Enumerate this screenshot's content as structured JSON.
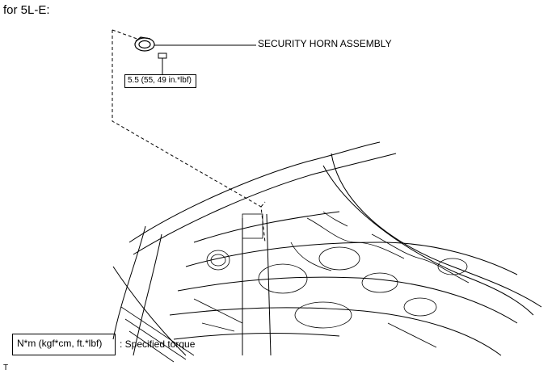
{
  "heading": "for 5L-E:",
  "callouts": {
    "part_label": "SECURITY HORN ASSEMBLY",
    "torque_value": "5.5 (55, 49 in.*lbf)"
  },
  "legend": {
    "unit_text": "N*m (kgf*cm, ft.*lbf)",
    "description": ": Specified torque"
  },
  "corner_mark": "T"
}
